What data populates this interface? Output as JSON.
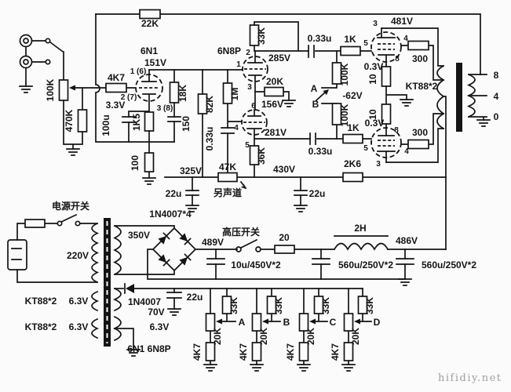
{
  "watermark": "hifidiy.net",
  "fb": {
    "r": "22K"
  },
  "input": {
    "pot": "100K",
    "grid_leak": "470K",
    "stopper": "4K7"
  },
  "v1": {
    "name": "6N1",
    "anode_v": "151V",
    "pin_a": "1 (6)",
    "pin_g": "2 (7)",
    "pin_k": "3 (8)",
    "cath_v": "3.3V",
    "cath_cap": "100u",
    "cath_r": "1K5",
    "fb_r": "100",
    "comp_r": "18K",
    "comp_c": "150",
    "load_r": "82K"
  },
  "v2": {
    "name": "6N8P",
    "pin1": "1",
    "pin2": "2",
    "pin3": "3",
    "pin4": "4",
    "pin5": "5",
    "pin6": "6",
    "anode1_r": "33K",
    "anode1_v": "285V",
    "cath_r": "20K",
    "cath_v": "156V",
    "grid2_r": "1M",
    "grid2_c": "0.33u",
    "anode2_r": "36K",
    "anode2_v": "281V"
  },
  "rail": {
    "r47": "47K",
    "v325": "325V",
    "v430": "430V",
    "c325": "22u",
    "c430": "22u",
    "other_channel": "另声道",
    "r2k6": "2K6"
  },
  "drive": {
    "c_top": "0.33u",
    "c_bot": "0.33u",
    "r_top": "1K",
    "r_bot": "1K",
    "leak_top": "100K",
    "leak_bot": "100K",
    "sel_a": "A",
    "sel_b": "B",
    "bias_v": "-62V"
  },
  "kt88": {
    "name": "KT88*2",
    "anode_v": "481V",
    "scr_r_top": "300",
    "scr_r_bot": "300",
    "cath_r_top": "10",
    "cath_r_bot": "10",
    "cath_v_top": "0.3V",
    "cath_v_bot": "0.3V",
    "t_pin3": "3",
    "t_pin4": "4",
    "t_pin5": "5",
    "t_pin8": "8",
    "b_pin3": "3",
    "b_pin4": "4",
    "b_pin5": "5",
    "b_pin8": "8"
  },
  "opt": {
    "tap8": "8",
    "tap4": "4",
    "tap0": "0"
  },
  "psu": {
    "mains_switch": "电源开关",
    "mains_v": "220V",
    "hv_winding": "350V",
    "bridge": "1N4007*4",
    "rect_v": "489V",
    "hv_switch": "高压开关",
    "surge_r": "20",
    "choke": "2H",
    "b_plus": "486V",
    "c_in": "10u/450V*2",
    "c_lc1": "560u/250V*2",
    "c_lc2": "560u/250V*2",
    "heater_kt1": "KT88*2",
    "heater_kt1_v": "6.3V",
    "heater_kt2": "KT88*2",
    "heater_kt2_v": "6.3V",
    "bias_diode": "1N4007",
    "bias_winding": "70V",
    "heater_small_v": "6.3V",
    "heater_small_tubes": "6N1 6N8P",
    "bias_c": "22u"
  },
  "bias": {
    "cells": [
      {
        "id": "A",
        "r": "33K",
        "pot": "20K",
        "r2": "4K7"
      },
      {
        "id": "B",
        "r": "33K",
        "pot": "20K",
        "r2": "4K7"
      },
      {
        "id": "C",
        "r": "33K",
        "pot": "20K",
        "r2": "4K7"
      },
      {
        "id": "D",
        "r": "33K",
        "pot": "20K",
        "r2": "4K7"
      }
    ]
  }
}
